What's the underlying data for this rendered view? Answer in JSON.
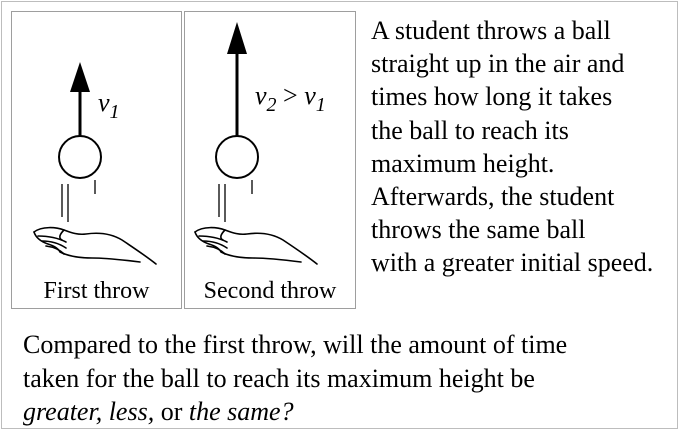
{
  "panels": [
    {
      "caption": "First throw",
      "velocity_label": {
        "v": "v",
        "sub": "1"
      }
    },
    {
      "caption": "Second throw",
      "velocity_label": {
        "v2": "v",
        "sub2": "2",
        "gt": " > ",
        "v1": "v",
        "sub1": "1"
      }
    }
  ],
  "description_lines": [
    "A student throws a ball",
    "straight up in the air and",
    "times how long it takes",
    "the ball to reach its",
    "maximum height.",
    "Afterwards, the student",
    "throws the same ball",
    "with a greater initial speed."
  ],
  "question": {
    "line1": "Compared to the first throw, will the amount of time",
    "line2": "taken for the ball to reach its maximum height be",
    "opt_greater": "greater,",
    "opt_less": "less,",
    "opt_or": "or",
    "opt_same": "the same?"
  }
}
